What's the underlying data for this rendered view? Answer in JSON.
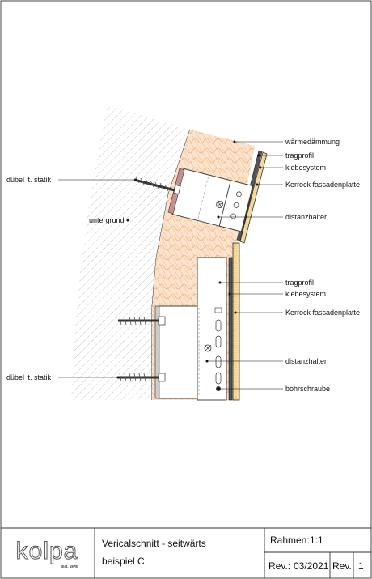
{
  "labels": {
    "waermedaemmung": "wärmedämmung",
    "tragprofil_top": "tragprofil",
    "klebesystem_top": "klebesystem",
    "kerrock_top": "Kerrock fassadenplatte",
    "duebel_top": "dübel lt. statik",
    "untergrund": "untergrund",
    "distanzhalter_top": "distanzhalter",
    "tragprofil_bottom": "tragprofil",
    "klebesystem_bottom": "klebesystem",
    "kerrock_bottom": "Kerrock fassadenplatte",
    "distanzhalter_bottom": "distanzhalter",
    "duebel_bottom": "dübel lt. statik",
    "bohrschraube": "bohrschraube"
  },
  "title_block": {
    "logo_text": "kolpa",
    "logo_est": "Est. 1978",
    "title_line1": "Vericalschnitt - seitwärts",
    "title_line2": "beispiel C",
    "rahmen_label": "Rahmen:",
    "rahmen_value": "1:1",
    "rev_label": "Rev.:",
    "rev_date": "03/2021",
    "rev_label2": "Rev.",
    "rev_number": "1"
  },
  "colors": {
    "insulation": "#f2c49a",
    "panel": "#f4d894",
    "hatch": "#9a9a9a",
    "line": "#111111"
  }
}
